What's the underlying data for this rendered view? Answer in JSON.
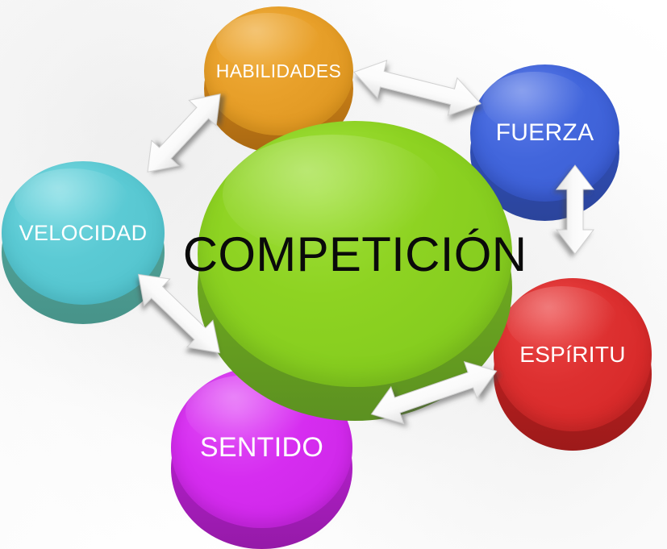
{
  "diagram": {
    "title": "COMPETICIÓN",
    "type": "hub-and-spoke cycle diagram",
    "center": {
      "label": "COMPETICIÓN",
      "color": "#8ed322",
      "side_color": "#6da81f",
      "text_color": "#0a0a0a"
    },
    "nodes": [
      {
        "id": "habilidades",
        "label": "HABILIDADES",
        "color": "#e8a02a",
        "side_color": "#c47c16",
        "text_color": "#ffffff",
        "position": "top"
      },
      {
        "id": "fuerza",
        "label": "FUERZA",
        "color": "#4266dc",
        "side_color": "#2f4db2",
        "text_color": "#ffffff",
        "position": "top-right"
      },
      {
        "id": "espiritu",
        "label": "ESPíRITU",
        "color": "#dd3030",
        "side_color": "#b41f1f",
        "text_color": "#ffffff",
        "position": "bottom-right"
      },
      {
        "id": "sentido",
        "label": "SENTIDO",
        "color": "#d62df0",
        "side_color": "#ad1ec3",
        "text_color": "#ffffff",
        "position": "bottom"
      },
      {
        "id": "velocidad",
        "label": "VELOCIDAD",
        "color": "#5bcad4",
        "side_color": "#4e9e94",
        "text_color": "#ffffff",
        "position": "left"
      }
    ],
    "connectors": [
      {
        "id": "habilidades-fuerza",
        "from": "habilidades",
        "to": "fuerza",
        "style": "double-headed-arrow",
        "color": "#ffffff"
      },
      {
        "id": "fuerza-espiritu",
        "from": "fuerza",
        "to": "espiritu",
        "style": "double-headed-arrow",
        "color": "#ffffff"
      },
      {
        "id": "espiritu-sentido",
        "from": "espiritu",
        "to": "sentido",
        "style": "double-headed-arrow",
        "color": "#ffffff"
      },
      {
        "id": "sentido-velocidad",
        "from": "sentido",
        "to": "velocidad",
        "style": "double-headed-arrow",
        "color": "#ffffff"
      },
      {
        "id": "velocidad-habilidades",
        "from": "velocidad",
        "to": "habilidades",
        "style": "double-headed-arrow",
        "color": "#ffffff"
      }
    ],
    "background_color": "#f7f7f7"
  }
}
